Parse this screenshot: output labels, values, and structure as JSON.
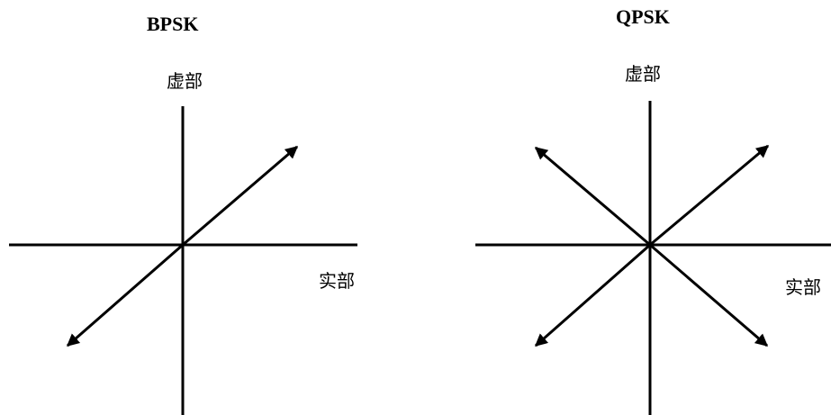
{
  "bpsk": {
    "title": "BPSK",
    "imag_label": "虚部",
    "real_label": "实部"
  },
  "qpsk": {
    "title": "QPSK",
    "imag_label": "虚部",
    "real_label": "实部"
  },
  "colors": {
    "ink": "#000000",
    "background": "#ffffff"
  }
}
